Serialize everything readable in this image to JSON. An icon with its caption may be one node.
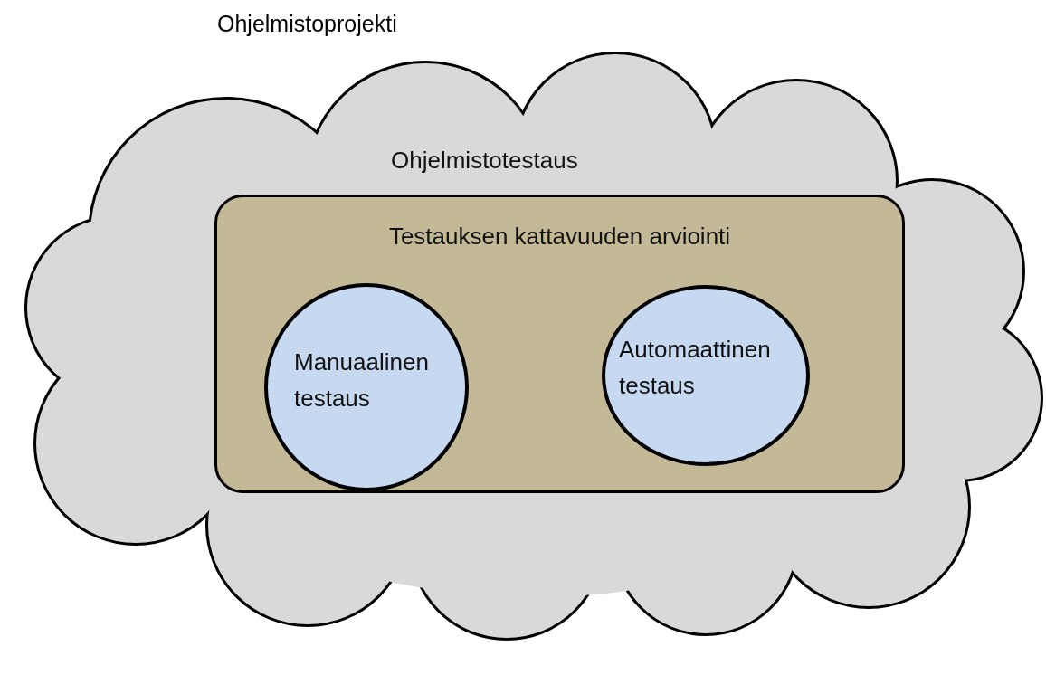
{
  "diagram": {
    "title": "Ohjelmistoprojekti",
    "nodes": [
      {
        "text": [
          "Ohjelmistotestaus"
        ]
      },
      {
        "text": [
          "Testauksen kattavuuden arviointi"
        ],
        "in": 0
      },
      {
        "text": [
          "Manuaalinen testaus"
        ],
        "in": 1
      },
      {
        "text": [
          "Automaattinen testaus"
        ],
        "in": 1
      }
    ]
  }
}
